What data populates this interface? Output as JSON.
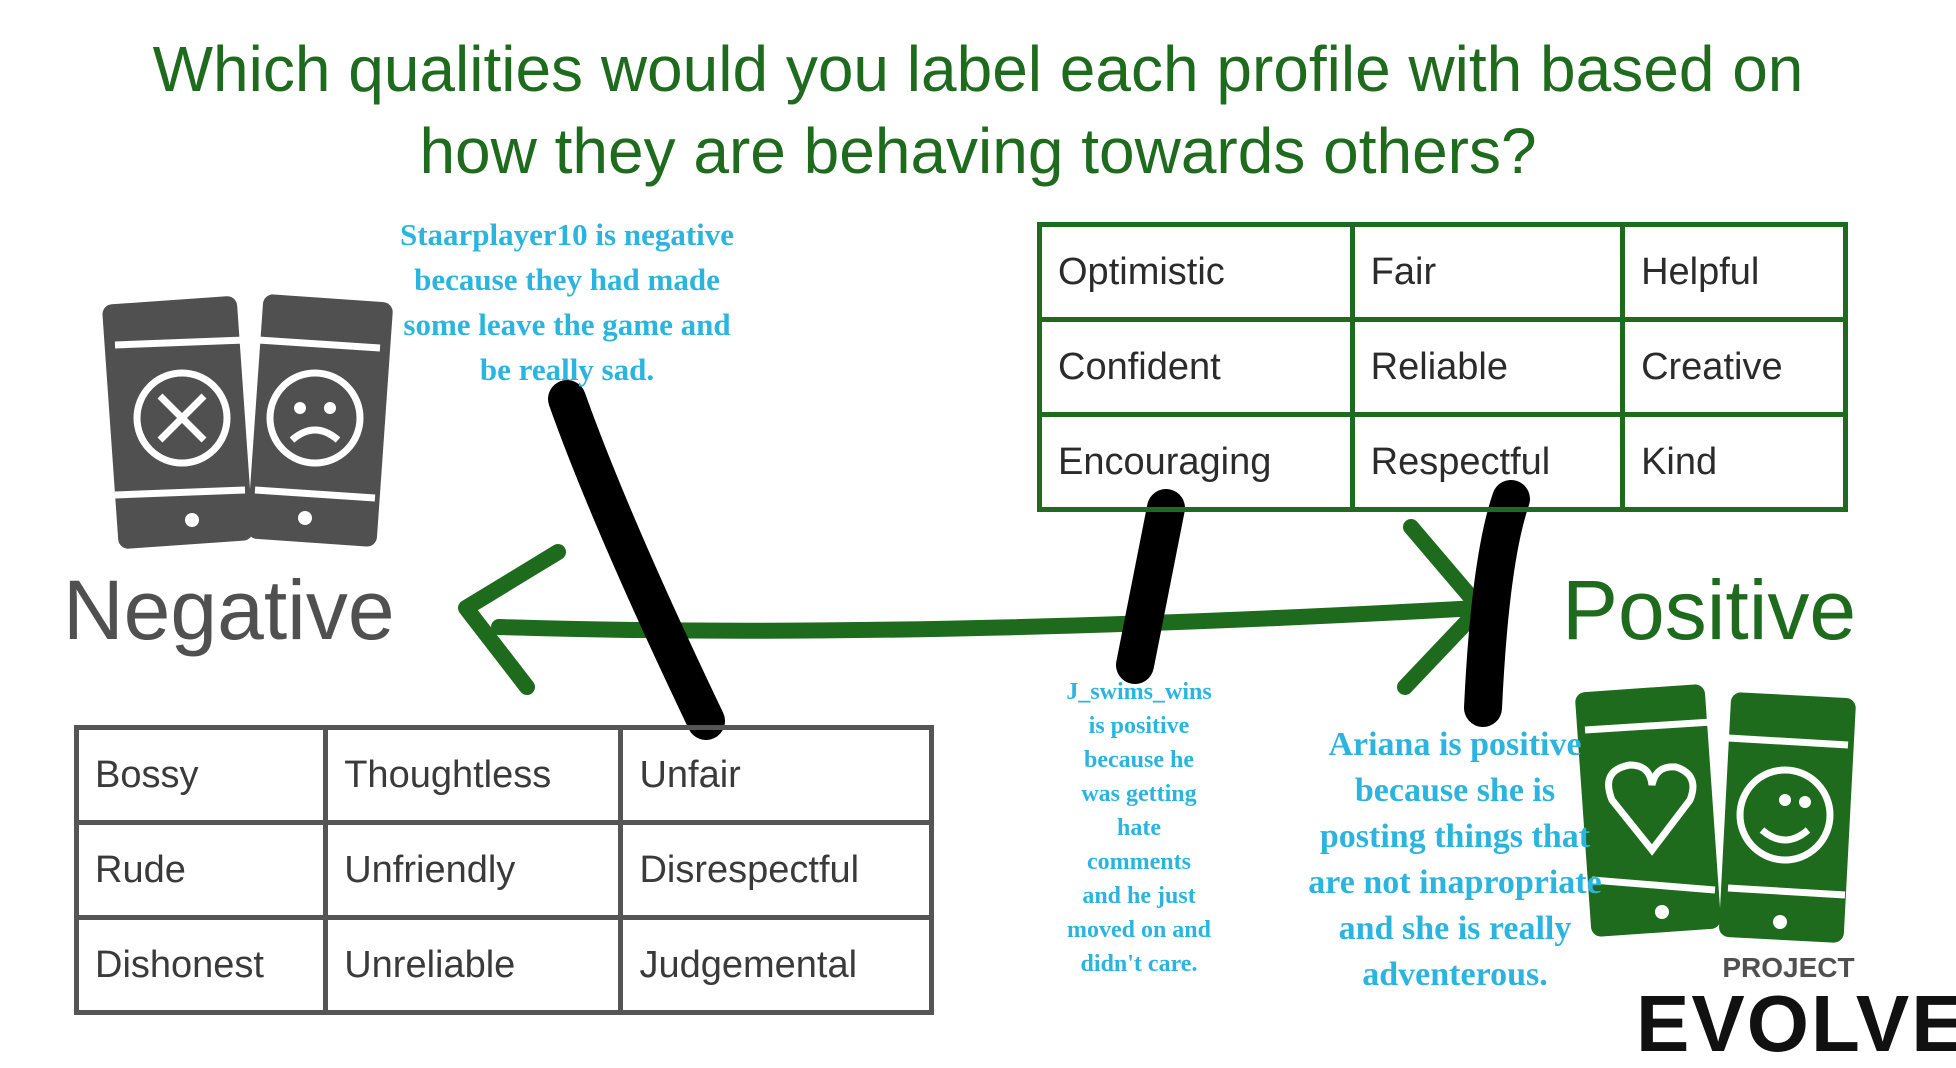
{
  "title": {
    "line1": "Which qualities would you label each profile with based on",
    "line2": "how they are behaving towards others?"
  },
  "scale": {
    "negative_label": "Negative",
    "positive_label": "Positive"
  },
  "positive_table": [
    [
      "Optimistic",
      "Fair",
      "Helpful"
    ],
    [
      "Confident",
      "Reliable",
      "Creative"
    ],
    [
      "Encouraging",
      "Respectful",
      "Kind"
    ]
  ],
  "negative_table": [
    [
      "Bossy",
      "Thoughtless",
      "Unfair"
    ],
    [
      "Rude",
      "Unfriendly",
      "Disrespectful"
    ],
    [
      "Dishonest",
      "Unreliable",
      "Judgemental"
    ]
  ],
  "notes": {
    "staarplayer": [
      "Staarplayer10 is negative",
      "because they had made",
      "some leave the game and",
      "be really sad."
    ],
    "jswims": [
      "J_swims_wins",
      "is positive",
      "because he",
      "was getting",
      "hate",
      "comments",
      "and he just",
      "moved on and",
      "didn't care."
    ],
    "ariana": [
      "Ariana is positive",
      "because she is",
      "posting things that",
      "are not inapropriate",
      "and she is really",
      "adventerous."
    ]
  },
  "logo": {
    "line1": "PROJECT",
    "line2": "EVOLVE"
  },
  "colors": {
    "green": "#1e6b1e",
    "grey": "#505050",
    "note": "#2bb5de"
  }
}
